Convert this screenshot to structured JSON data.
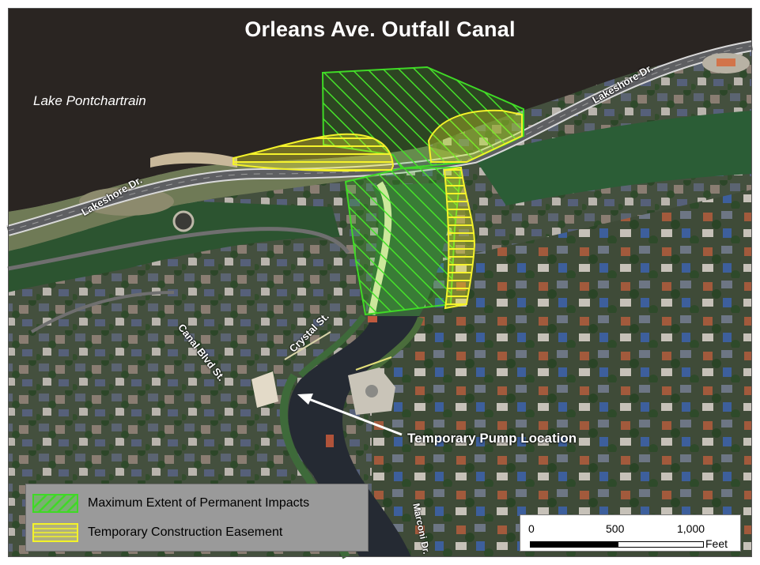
{
  "map": {
    "title": "Orleans Ave. Outfall Canal",
    "water_label": "Lake Pontchartrain",
    "streets": {
      "lakeshore_west": "Lakeshore Dr.",
      "lakeshore_east": "Lakeshore Dr.",
      "canal_st": "Canal Blvd St.",
      "crystal_st": "Crystal St.",
      "marconi_dr": "Marconi Dr."
    },
    "annotation": "Temporary Pump Location"
  },
  "legend": {
    "items": [
      {
        "label": "Maximum Extent of Permanent Impacts",
        "color": "#3fd926"
      },
      {
        "label": "Temporary Construction Easement",
        "color": "#f3f22a"
      }
    ]
  },
  "scale_bar": {
    "ticks": [
      "0",
      "500",
      "1,000"
    ],
    "unit": "Feet"
  },
  "colors": {
    "lake": "#2a2522",
    "permanent_impact": "#3fd926",
    "construction_easement": "#f3f22a",
    "road": "#5e5f62",
    "vegetation": "#2e5a2f"
  }
}
